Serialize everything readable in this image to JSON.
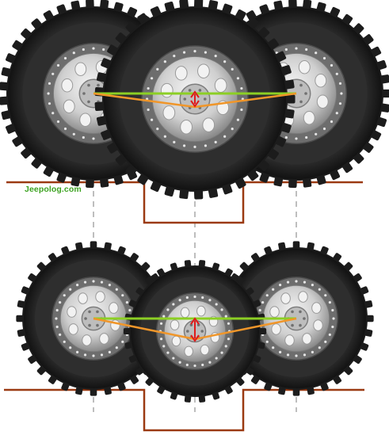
{
  "watermark": "Jeepolog.com",
  "colors": {
    "ground": "#9b3a12",
    "centerline": "#a9a9a9",
    "level_line": "#8ccf24",
    "pivot_line": "#f0962a",
    "arrow": "#e01b1b",
    "tire": "#1c1c1c",
    "tire_mid": "#2e2e2e",
    "wheel_ring": "#6d6d6d",
    "wheel_face": "#d8d8d8"
  },
  "icons": [
    "tire-icon",
    "wheel-icon",
    "vertical-displacement-arrow-icon"
  ],
  "panels": [
    {
      "name": "top",
      "tires": 3,
      "middle_tire": "dropped-into-dip"
    },
    {
      "name": "bottom",
      "tires": 3,
      "middle_tire": "dropped-into-dip"
    }
  ]
}
